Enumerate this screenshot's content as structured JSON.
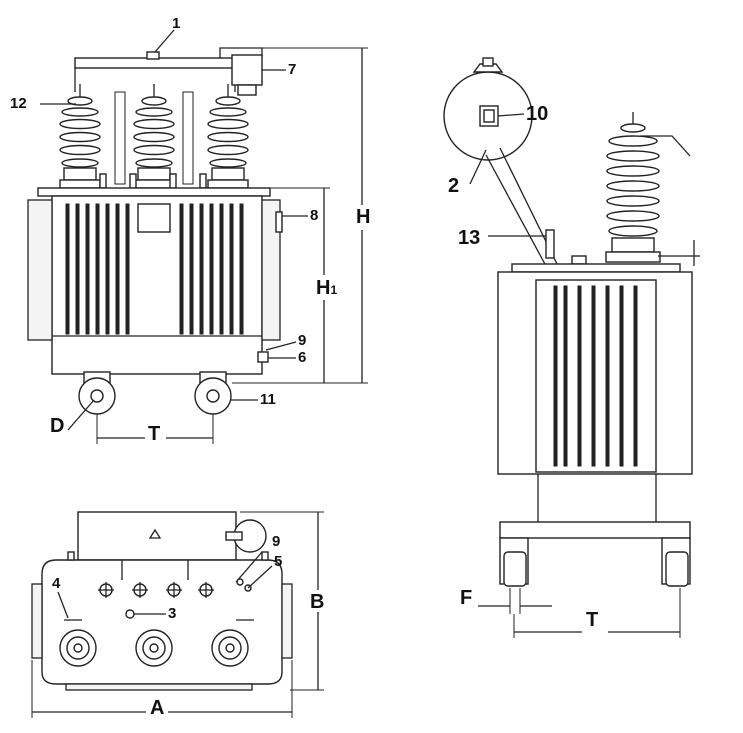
{
  "callouts": {
    "c1": "1",
    "c2": "2",
    "c3": "3",
    "c4": "4",
    "c5": "5",
    "c6": "6",
    "c7": "7",
    "c8": "8",
    "c9_front": "9",
    "c9_top": "9",
    "c10": "10",
    "c11": "11",
    "c12": "12",
    "c13": "13"
  },
  "dimensions": {
    "H": "H",
    "H1": "H",
    "H1_sub": "1",
    "D": "D",
    "T_front": "T",
    "T_side": "T",
    "A": "A",
    "B": "B",
    "F": "F"
  },
  "colors": {
    "line": "#222222",
    "background": "#ffffff"
  }
}
